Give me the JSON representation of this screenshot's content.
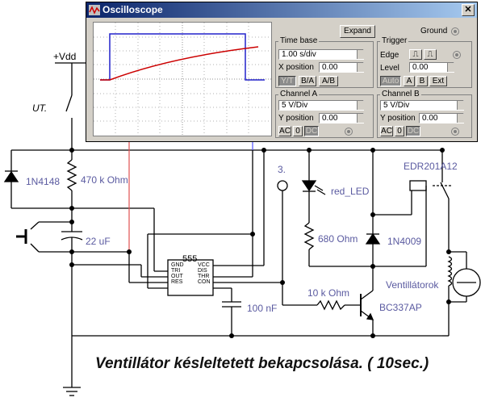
{
  "schematic": {
    "vdd_label": "+Vdd",
    "switch_label": "UT.",
    "diode1": "1N4148",
    "resistor1": "470 k Ohm",
    "capacitor1": "22 uF",
    "timer_title": "555",
    "timer_pins_left": [
      "GND",
      "TRI",
      "OUT",
      "RES"
    ],
    "timer_pins_right": [
      "VCC",
      "DIS",
      "THR",
      "CON"
    ],
    "capacitor2": "100 nF",
    "probe_label": "3.",
    "led_label": "red_LED",
    "resistor2": "680  Ohm",
    "diode2": "1N4009",
    "relay_label": "EDR201A12",
    "motor_label": "Ventillátorok",
    "resistor3": "10 k Ohm",
    "transistor_label": "BC337AP"
  },
  "caption": "Ventillátor késleltetett bekapcsolása. ( 10sec.)",
  "oscilloscope": {
    "title": "Oscilloscope",
    "expand_label": "Expand",
    "ground_label": "Ground",
    "timebase": {
      "title": "Time base",
      "value": "1.00 s/div",
      "xpos_label": "X position",
      "xpos_value": "0.00",
      "modes": [
        "Y/T",
        "B/A",
        "A/B"
      ]
    },
    "trigger": {
      "title": "Trigger",
      "edge_label": "Edge",
      "level_label": "Level",
      "level_value": "0.00",
      "sources": [
        "Auto",
        "A",
        "B",
        "Ext"
      ]
    },
    "channel_a": {
      "title": "Channel A",
      "value": "5  V/Div",
      "ypos_label": "Y position",
      "ypos_value": "0.00",
      "coupling": [
        "AC",
        "0",
        "DC"
      ]
    },
    "channel_b": {
      "title": "Channel B",
      "value": "5  V/Div",
      "ypos_label": "Y position",
      "ypos_value": "0.00",
      "coupling": [
        "AC",
        "0",
        "DC"
      ]
    },
    "colors": {
      "trace_a": "#cc0000",
      "trace_b": "#2222cc",
      "title_bar": "#0a246a"
    }
  }
}
